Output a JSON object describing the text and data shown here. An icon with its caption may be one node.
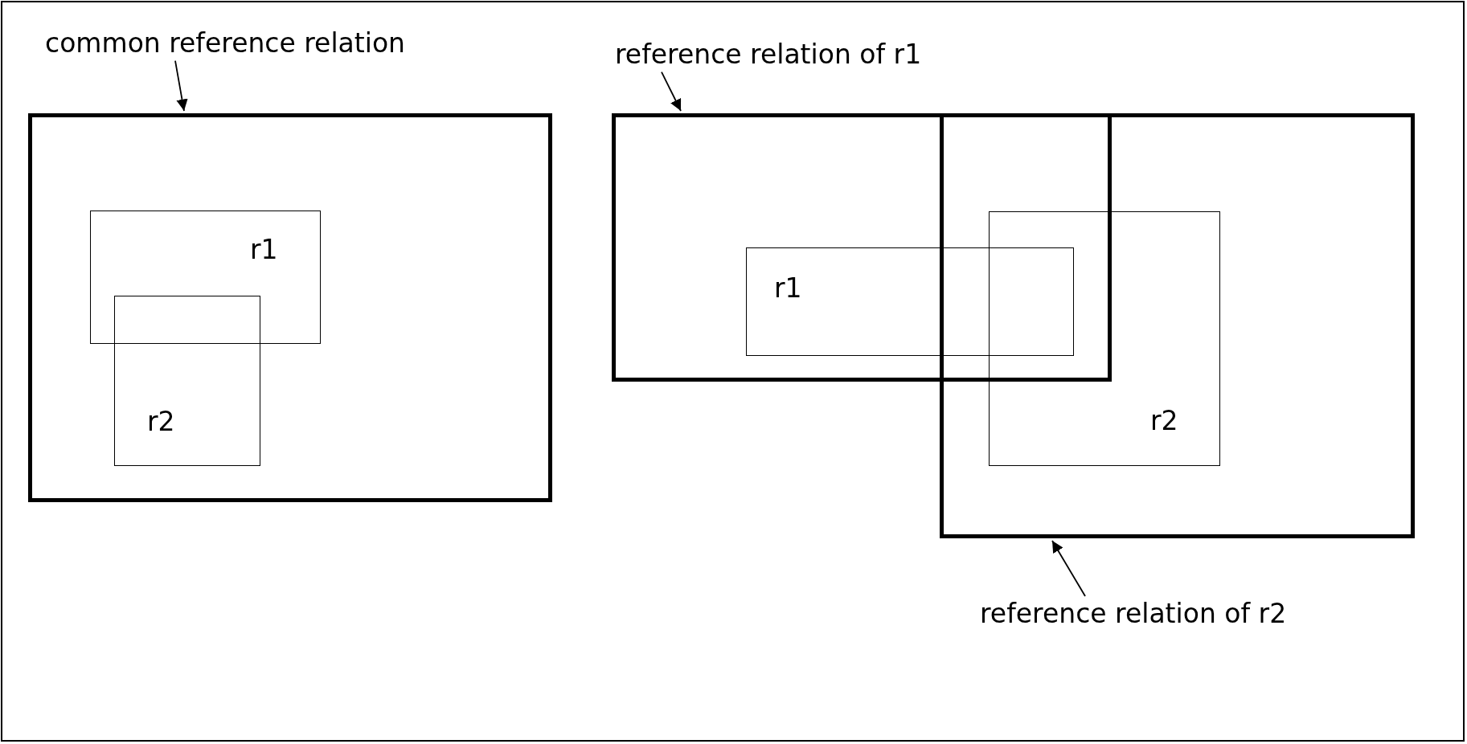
{
  "diagram": {
    "nodes": [
      {
        "text": [
          "common reference relation"
        ]
      },
      {
        "text": [],
        "shape": "box"
      },
      {
        "text": [
          "r1"
        ],
        "in": 1
      },
      {
        "text": [
          "r2"
        ],
        "in": 1
      },
      {
        "text": [
          "reference relation of r1"
        ]
      },
      {
        "text": [],
        "shape": "box"
      },
      {
        "text": [],
        "shape": "box"
      },
      {
        "text": [
          "r1"
        ],
        "in": 5
      },
      {
        "text": [
          "r2"
        ],
        "in": 6
      },
      {
        "text": [
          "reference relation of r2"
        ]
      }
    ],
    "edges": [
      {
        "from": 0,
        "to": 1,
        "arrow": "to"
      },
      {
        "from": 4,
        "to": 5,
        "arrow": "to"
      },
      {
        "from": 9,
        "to": 6,
        "arrow": "to"
      }
    ]
  }
}
